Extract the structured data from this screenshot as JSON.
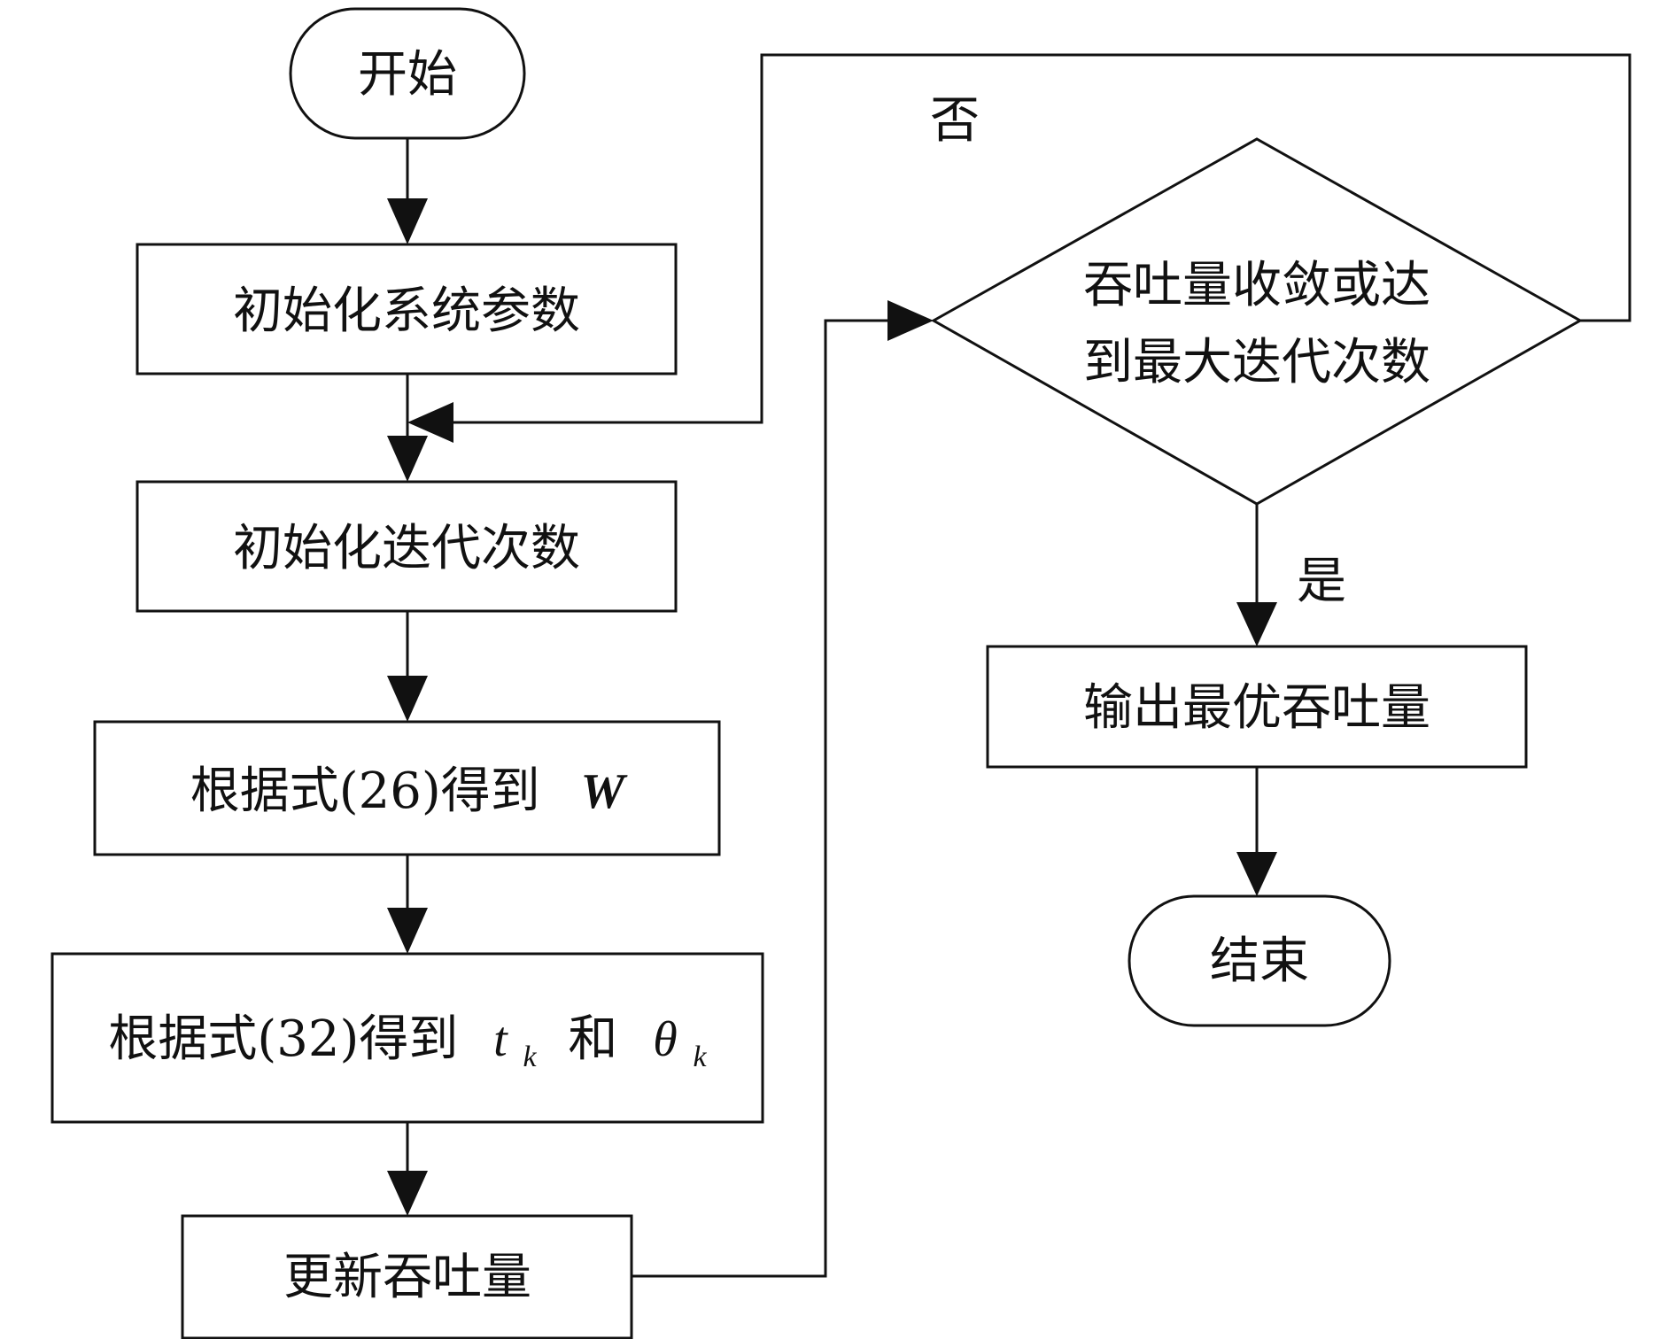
{
  "nodes": {
    "start": {
      "label": "开始"
    },
    "init_params": {
      "label": "初始化系统参数"
    },
    "init_iter": {
      "label": "初始化迭代次数"
    },
    "get_w": {
      "prefix": "根据式(26)得到",
      "symbol": "W"
    },
    "get_t_theta": {
      "prefix": "根据式(32)得到",
      "t": "t",
      "t_sub": "k",
      "conj": "和",
      "theta": "θ",
      "theta_sub": "k"
    },
    "update": {
      "label": "更新吞吐量"
    },
    "decision": {
      "line1": "吞吐量收敛或达",
      "line2": "到最大迭代次数"
    },
    "output": {
      "label": "输出最优吞吐量"
    },
    "end": {
      "label": "结束"
    }
  },
  "edges": {
    "no_label": "否",
    "yes_label": "是"
  },
  "colors": {
    "stroke": "#111111",
    "background": "#ffffff"
  }
}
